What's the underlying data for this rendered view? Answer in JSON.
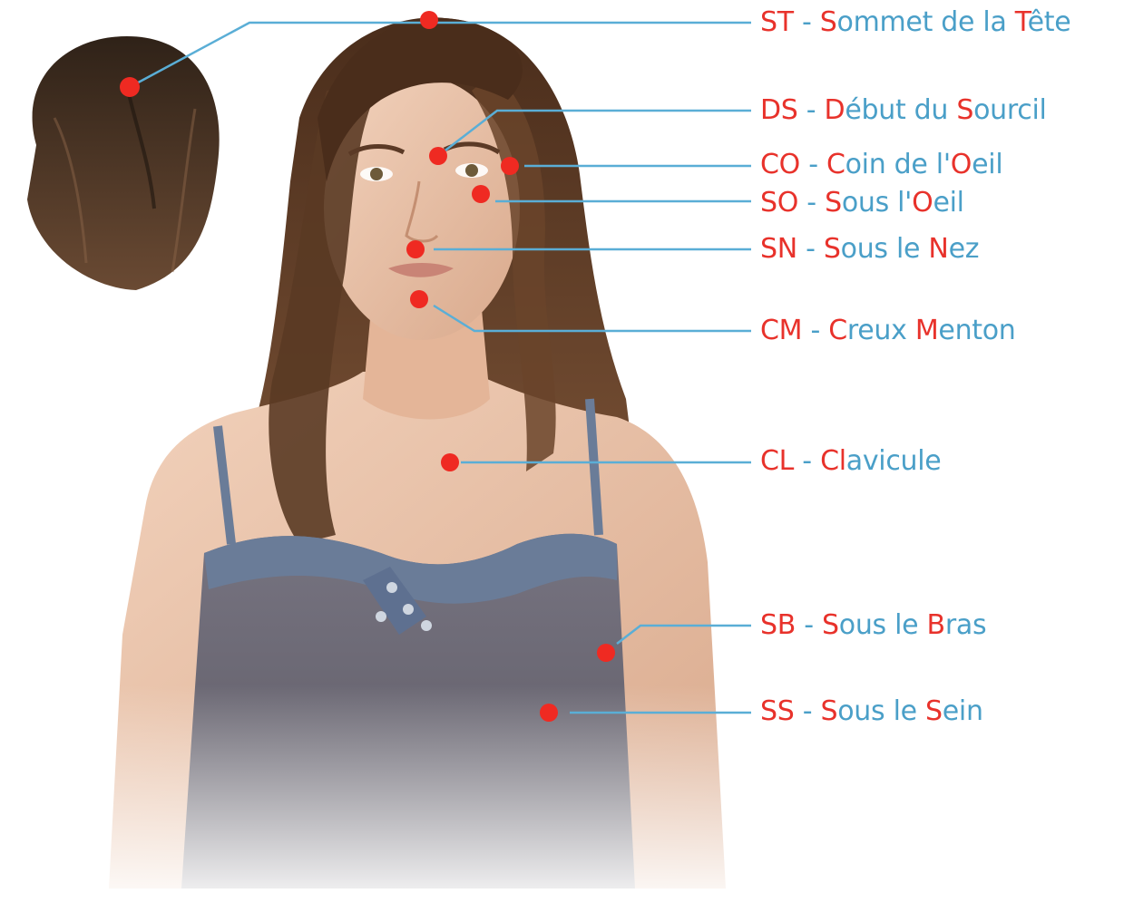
{
  "colors": {
    "accent_red": "#e8322b",
    "accent_blue": "#4a9fc8",
    "leader_line": "#5aaed6",
    "dot": "#ef2a22",
    "skin": "#e9c3a8",
    "hair": "#5a3a24",
    "top_fabric": "#6b6870",
    "trim": "#5f7290"
  },
  "labels": [
    {
      "id": "st",
      "parts": [
        {
          "t": "ST",
          "c": "red"
        },
        {
          "t": " - ",
          "c": "blue"
        },
        {
          "t": "S",
          "c": "red"
        },
        {
          "t": "ommet de la ",
          "c": "blue"
        },
        {
          "t": "T",
          "c": "red"
        },
        {
          "t": "ête",
          "c": "blue"
        }
      ]
    },
    {
      "id": "ds",
      "parts": [
        {
          "t": "DS",
          "c": "red"
        },
        {
          "t": " - ",
          "c": "blue"
        },
        {
          "t": "D",
          "c": "red"
        },
        {
          "t": "ébut du ",
          "c": "blue"
        },
        {
          "t": "S",
          "c": "red"
        },
        {
          "t": "ourcil",
          "c": "blue"
        }
      ]
    },
    {
      "id": "co",
      "parts": [
        {
          "t": "CO",
          "c": "red"
        },
        {
          "t": " - ",
          "c": "blue"
        },
        {
          "t": "C",
          "c": "red"
        },
        {
          "t": "oin de l'",
          "c": "blue"
        },
        {
          "t": "O",
          "c": "red"
        },
        {
          "t": "eil",
          "c": "blue"
        }
      ]
    },
    {
      "id": "so",
      "parts": [
        {
          "t": "SO",
          "c": "red"
        },
        {
          "t": " - ",
          "c": "blue"
        },
        {
          "t": "S",
          "c": "red"
        },
        {
          "t": "ous l'",
          "c": "blue"
        },
        {
          "t": "O",
          "c": "red"
        },
        {
          "t": "eil",
          "c": "blue"
        }
      ]
    },
    {
      "id": "sn",
      "parts": [
        {
          "t": "SN",
          "c": "red"
        },
        {
          "t": " - ",
          "c": "blue"
        },
        {
          "t": "S",
          "c": "red"
        },
        {
          "t": "ous le ",
          "c": "blue"
        },
        {
          "t": "N",
          "c": "red"
        },
        {
          "t": "ez",
          "c": "blue"
        }
      ]
    },
    {
      "id": "cm",
      "parts": [
        {
          "t": "CM",
          "c": "red"
        },
        {
          "t": " - ",
          "c": "blue"
        },
        {
          "t": "C",
          "c": "red"
        },
        {
          "t": "reux ",
          "c": "blue"
        },
        {
          "t": "M",
          "c": "red"
        },
        {
          "t": "enton",
          "c": "blue"
        }
      ]
    },
    {
      "id": "cl",
      "parts": [
        {
          "t": "CL",
          "c": "red"
        },
        {
          "t": " - ",
          "c": "blue"
        },
        {
          "t": "Cl",
          "c": "red"
        },
        {
          "t": "avicule",
          "c": "blue"
        }
      ]
    },
    {
      "id": "sb",
      "parts": [
        {
          "t": "SB",
          "c": "red"
        },
        {
          "t": " - ",
          "c": "blue"
        },
        {
          "t": "S",
          "c": "red"
        },
        {
          "t": "ous le ",
          "c": "blue"
        },
        {
          "t": "B",
          "c": "red"
        },
        {
          "t": "ras",
          "c": "blue"
        }
      ]
    },
    {
      "id": "ss",
      "parts": [
        {
          "t": "SS",
          "c": "red"
        },
        {
          "t": " - ",
          "c": "blue"
        },
        {
          "t": "S",
          "c": "red"
        },
        {
          "t": "ous le ",
          "c": "blue"
        },
        {
          "t": "S",
          "c": "red"
        },
        {
          "t": "ein",
          "c": "blue"
        }
      ]
    }
  ]
}
